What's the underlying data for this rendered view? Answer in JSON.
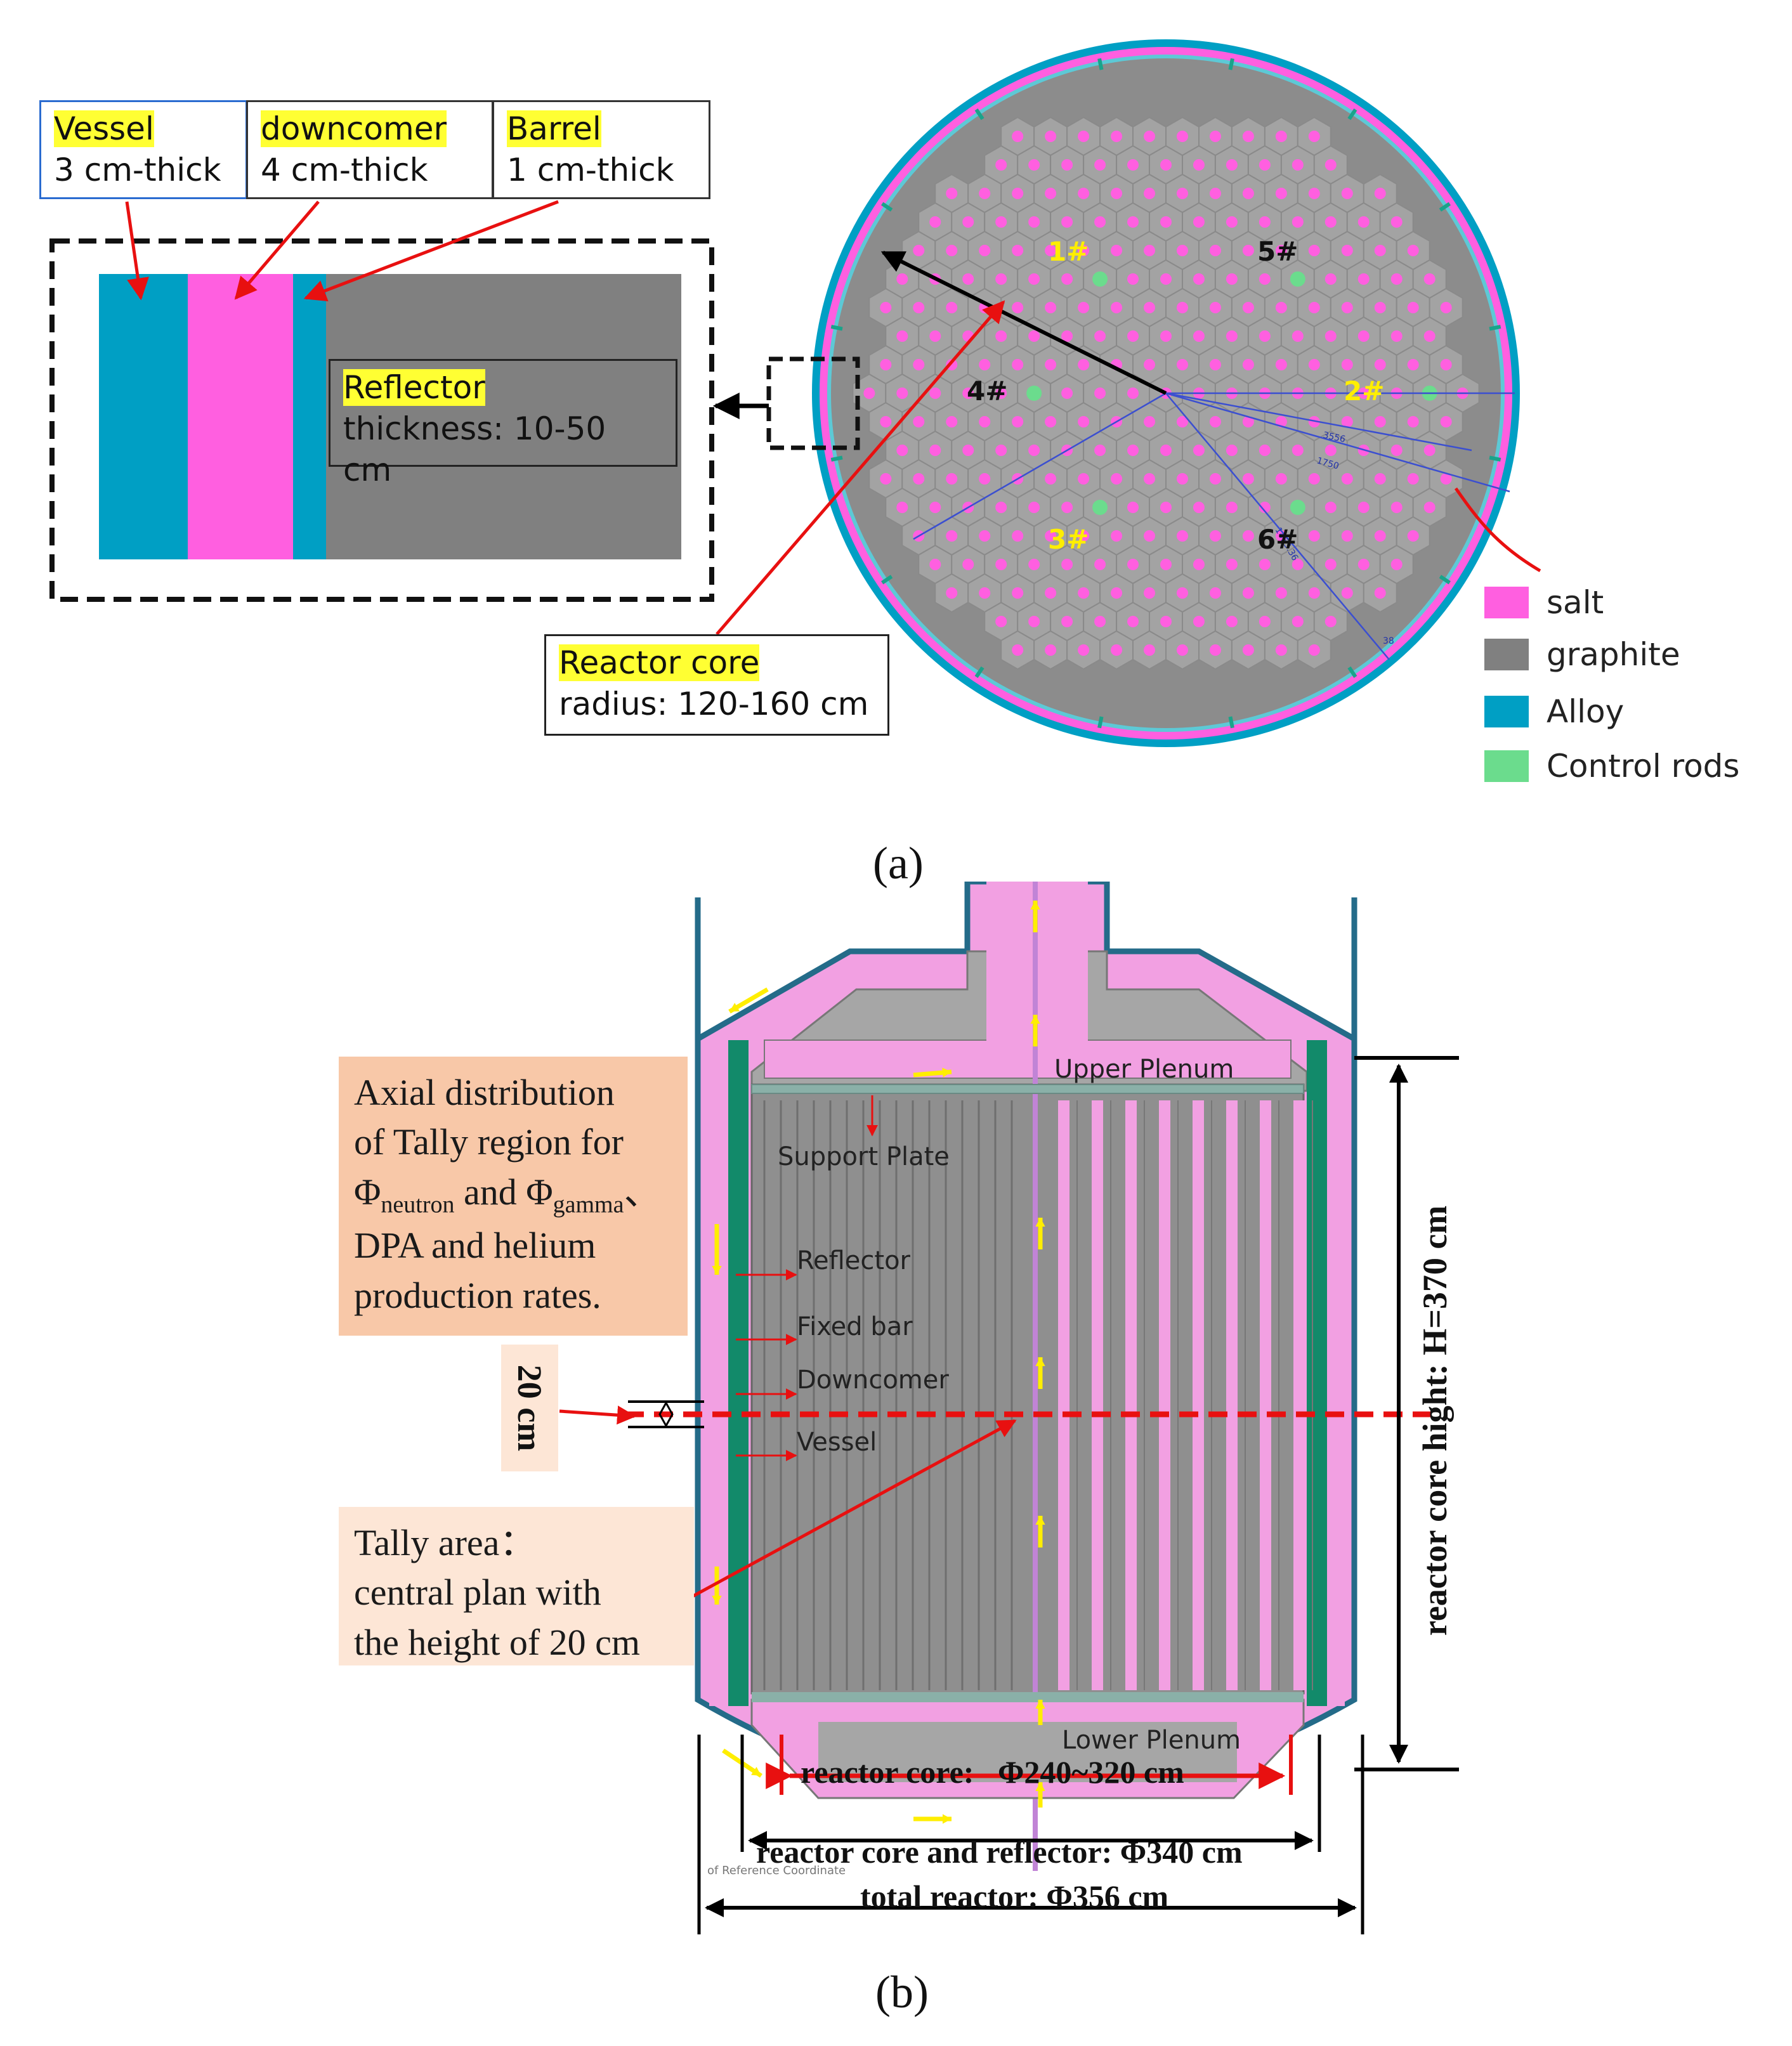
{
  "panel_a": {
    "caption": "(a)",
    "header_boxes": [
      {
        "title": "Vessel",
        "value": "3 cm-thick"
      },
      {
        "title": "downcomer",
        "value": "4 cm-thick"
      },
      {
        "title": "Barrel",
        "value": "1 cm-thick"
      }
    ],
    "reflector_box": {
      "title": "Reflector",
      "value": "thickness: 10-50 cm"
    },
    "core_box": {
      "title": "Reactor core",
      "value": "radius: 120-160 cm"
    },
    "control_rods": [
      "1#",
      "2#",
      "3#",
      "4#",
      "5#",
      "6#"
    ],
    "dimension_marks": [
      "3556",
      "1750",
      "1453.36",
      "38"
    ],
    "legend": [
      {
        "label": "salt",
        "color": "#ff5fe0"
      },
      {
        "label": "graphite",
        "color": "#808080"
      },
      {
        "label": "Alloy",
        "color": "#009fc4"
      },
      {
        "label": "Control rods",
        "color": "#6bdc8d"
      }
    ]
  },
  "panel_b": {
    "caption": "(b)",
    "axial_note": {
      "line1": "Axial distribution",
      "line2": "of Tally region for",
      "phi": "Φ",
      "sub_neutron": "neutron",
      "and_text": " and Φ",
      "sub_gamma": "gamma",
      "sep": "、",
      "line4": "DPA and helium",
      "line5": "production rates."
    },
    "tally_note": [
      "Tally area：",
      "central plan with",
      "the height of 20 cm"
    ],
    "slice_label": "20 cm",
    "parts": [
      "Upper Plenum",
      "Support Plate",
      "Reflector",
      "Fixed bar",
      "Downcomer",
      "Vessel",
      "Lower Plenum"
    ],
    "height_label": "reactor core hight: H=370 cm",
    "dims": [
      "reactor core:   Φ240~320 cm",
      "reactor core and reflector: Φ340 cm",
      "total reactor: Φ356 cm"
    ],
    "faint_text": "of Reference Coordinate"
  },
  "colors": {
    "salt": "#ff5fe0",
    "graphite": "#808080",
    "alloy": "#009fc4",
    "rod": "#6bdc8d",
    "salt_light": "#f2a0e2",
    "graphite_light": "#a6a6a6",
    "alloy_dark": "#246b89",
    "pointer": "#e81010",
    "flow": "#ffee00",
    "orange_note": "#f8c8a8",
    "pale_note": "#fde6d6"
  }
}
